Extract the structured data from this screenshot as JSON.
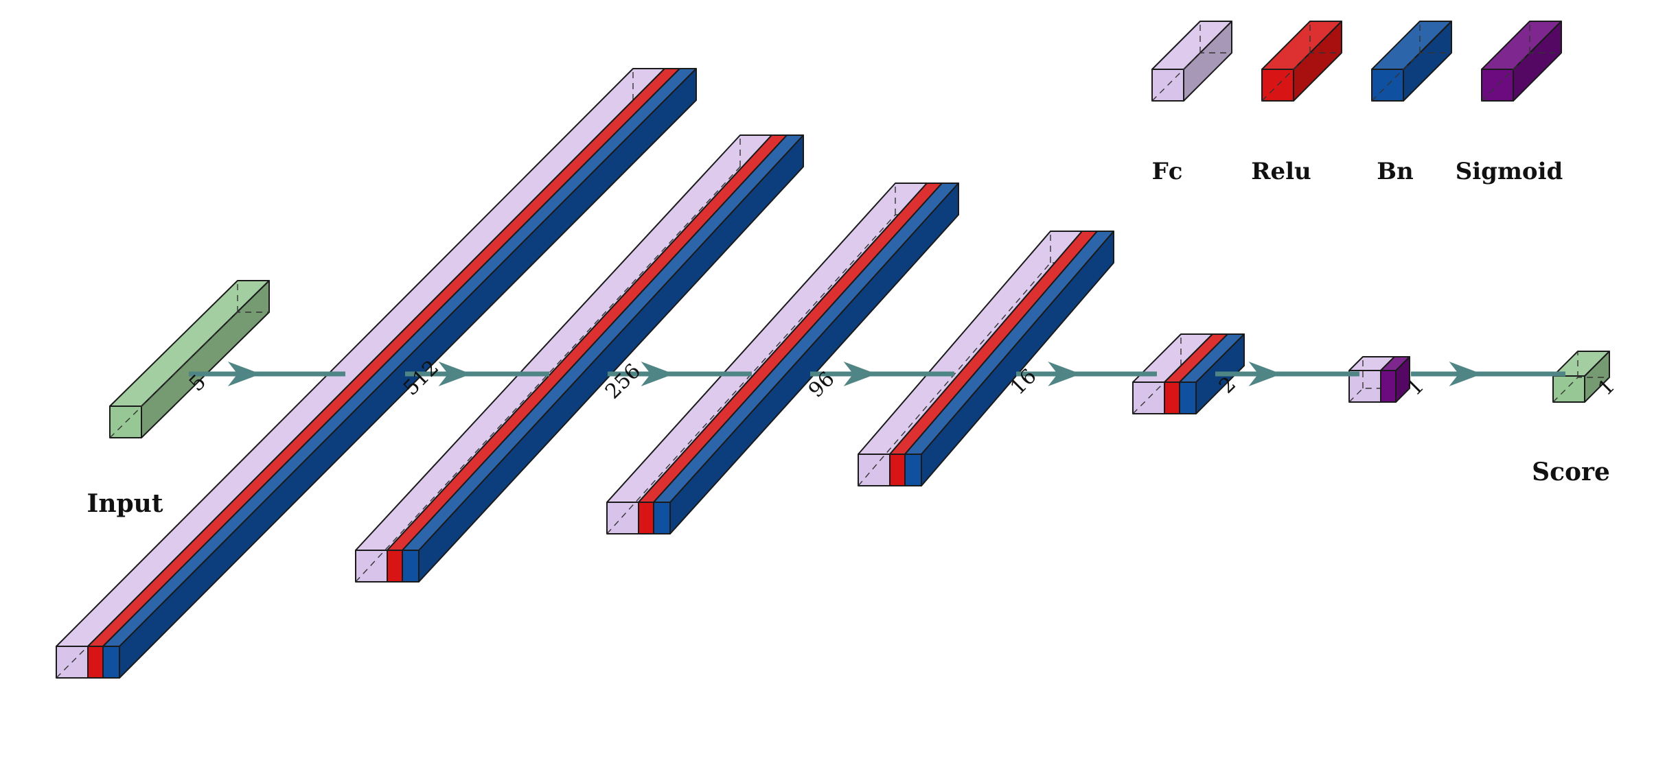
{
  "colors": {
    "fc": "#d8c3ea",
    "relu": "#d81414",
    "bn": "#1050a0",
    "sigmoid": "#6c0a80",
    "io": "#97c794",
    "arrow": "#4f8585"
  },
  "legend": [
    {
      "key": "fc",
      "label": "Fc"
    },
    {
      "key": "relu",
      "label": "Relu"
    },
    {
      "key": "bn",
      "label": "Bn"
    },
    {
      "key": "sigmoid",
      "label": "Sigmoid"
    }
  ],
  "input": {
    "label": "Input",
    "dim": "5"
  },
  "layers": [
    {
      "dim": "512",
      "parts": [
        "fc",
        "relu",
        "bn"
      ]
    },
    {
      "dim": "256",
      "parts": [
        "fc",
        "relu",
        "bn"
      ]
    },
    {
      "dim": "96",
      "parts": [
        "fc",
        "relu",
        "bn"
      ]
    },
    {
      "dim": "16",
      "parts": [
        "fc",
        "relu",
        "bn"
      ]
    },
    {
      "dim": "2",
      "parts": [
        "fc",
        "relu",
        "bn"
      ]
    },
    {
      "dim": "1",
      "parts": [
        "fc",
        "sigmoid"
      ]
    }
  ],
  "output": {
    "label": "Score",
    "dim": "1"
  }
}
